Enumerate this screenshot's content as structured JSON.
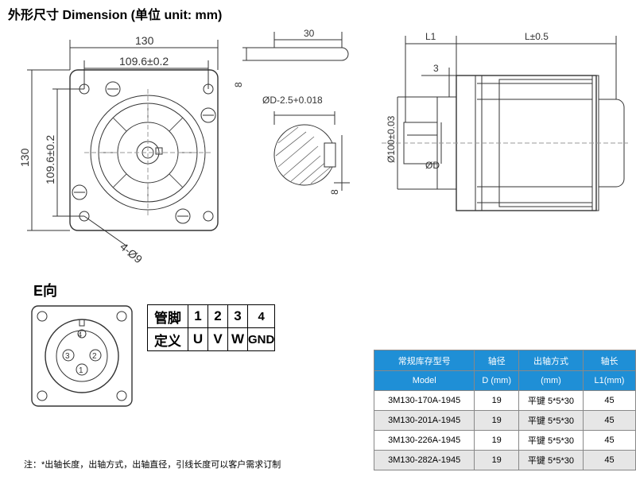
{
  "title": "外形尺寸 Dimension (单位 unit: mm)",
  "front_view": {
    "dim_overall_w": "130",
    "dim_hole_w": "109.6±0.2",
    "dim_overall_h": "130",
    "dim_hole_h": "109.6±0.2",
    "hole_callout": "4-Ø9"
  },
  "shaft_view": {
    "dim_length": "30",
    "dim_key_w": "8",
    "dim_dia": "ØD-2.5+0.018",
    "dim_key_h": "8"
  },
  "side_view": {
    "dim_l1": "L1",
    "dim_l": "L±0.5",
    "dim_3": "3",
    "dim_pilot": "Ø100±0.03",
    "dim_shaft": "ØD"
  },
  "e_view": {
    "label": "E向",
    "pins": [
      "1",
      "2",
      "3",
      "4"
    ]
  },
  "pin_table": {
    "row1_header": "管脚",
    "row1": [
      "1",
      "2",
      "3",
      "4"
    ],
    "row2_header": "定义",
    "row2": [
      "U",
      "V",
      "W",
      "GND"
    ]
  },
  "model_table": {
    "header_cn": [
      "常规库存型号",
      "轴径",
      "出轴方式",
      "轴长"
    ],
    "header_en": [
      "Model",
      "D (mm)",
      "(mm)",
      "L1(mm)"
    ],
    "rows": [
      [
        "3M130-170A-1945",
        "19",
        "平键 5*5*30",
        "45"
      ],
      [
        "3M130-201A-1945",
        "19",
        "平键 5*5*30",
        "45"
      ],
      [
        "3M130-226A-1945",
        "19",
        "平键 5*5*30",
        "45"
      ],
      [
        "3M130-282A-1945",
        "19",
        "平键 5*5*30",
        "45"
      ]
    ]
  },
  "note": "注：*出轴长度，出轴方式，出轴直径，引线长度可以客户需求订制",
  "colors": {
    "table_header": "#1f8fd6",
    "row_alt": "#e6e6e6",
    "line": "#333333"
  }
}
